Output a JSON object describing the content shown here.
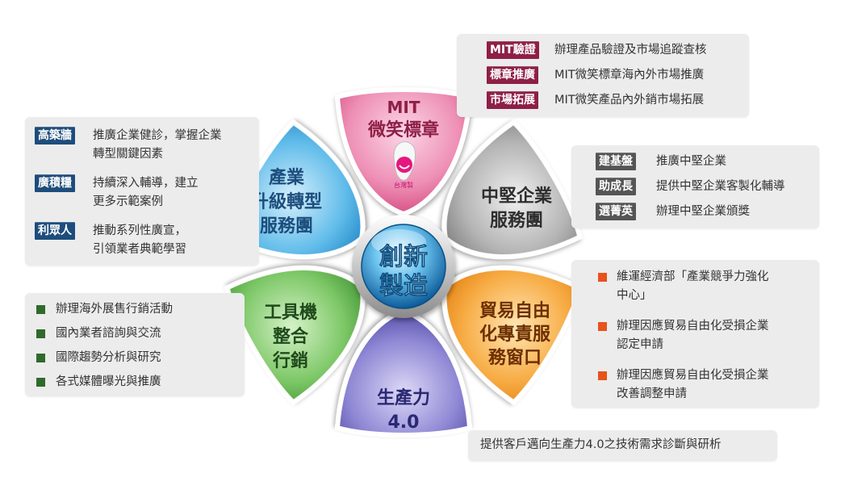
{
  "center": {
    "line1": "創新",
    "line2": "製造"
  },
  "petals": {
    "mit": {
      "line1": "MIT",
      "line2": "微笑標章",
      "logo_text": "台灣製"
    },
    "midsize": {
      "line1": "中堅企業",
      "line2": "服務團"
    },
    "trade": {
      "line1": "貿易自由",
      "line2": "化專責服",
      "line3": "務窗口"
    },
    "productivity": {
      "line1": "生產力",
      "line2": "4.0"
    },
    "marketing": {
      "line1": "工具機",
      "line2": "整合",
      "line3": "行銷"
    },
    "upgrade": {
      "line1": "產業",
      "line2": "升級轉型",
      "line3": "服務團"
    }
  },
  "panels": {
    "mit": [
      {
        "tag": "MIT驗證",
        "text": "辦理產品驗證及市場追蹤查核"
      },
      {
        "tag": "標章推廣",
        "text": "MIT微笑標章海內外市場推廣"
      },
      {
        "tag": "市場拓展",
        "text": "MIT微笑產品內外銷市場拓展"
      }
    ],
    "midsize": [
      {
        "tag": "建基盤",
        "text": "推廣中堅企業"
      },
      {
        "tag": "助成長",
        "text": "提供中堅企業客製化輔導"
      },
      {
        "tag": "選菁英",
        "text": "辦理中堅企業頒獎"
      }
    ],
    "upgrade": [
      {
        "tag": "高築牆",
        "text1": "推廣企業健診，掌握企業",
        "text2": "轉型關鍵因素"
      },
      {
        "tag": "廣積糧",
        "text1": "持續深入輔導，建立",
        "text2": "更多示範案例"
      },
      {
        "tag": "利眾人",
        "text1": "推動系列性廣宣，",
        "text2": "引領業者典範學習"
      }
    ],
    "trade": [
      {
        "text1": "維運經濟部「產業競爭力強化",
        "text2": "中心」"
      },
      {
        "text1": "辦理因應貿易自由化受損企業",
        "text2": "認定申請"
      },
      {
        "text1": "辦理因應貿易自由化受損企業",
        "text2": "改善調整申請"
      }
    ],
    "marketing": [
      {
        "text": "辦理海外展售行銷活動"
      },
      {
        "text": "國內業者諮詢與交流"
      },
      {
        "text": "國際趨勢分析與研究"
      },
      {
        "text": "各式媒體曝光與推廣"
      }
    ],
    "productivity": {
      "text": "提供客戶邁向生產力4.0之技術需求診斷與研析"
    }
  },
  "colors": {
    "mit": "#e46c98",
    "midsize": "#8f8f8f",
    "trade": "#f0901c",
    "productivity": "#5e55ae",
    "marketing": "#4b9f3c",
    "upgrade": "#2f9bd6",
    "tag_mit": "#8e1f46",
    "tag_dark": "#555555",
    "tag_blue": "#1d4d7c",
    "bullet_orange": "#e8521c",
    "bullet_green": "#2f6a2b",
    "text_mit": "#8e1f46",
    "text_dark": "#333333",
    "text_blue": "#1d4d7c",
    "text_brown": "#6d2f00",
    "text_green": "#1f4a1b",
    "text_purple": "#2a2873"
  }
}
